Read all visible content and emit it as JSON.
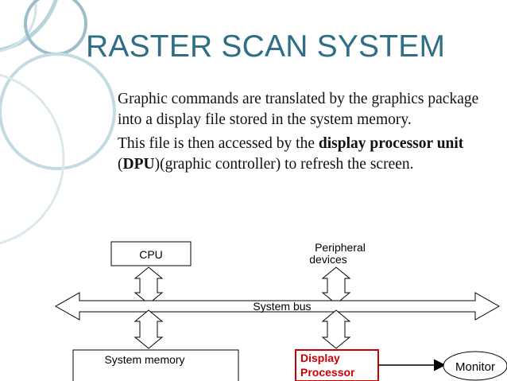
{
  "slide": {
    "title": "RASTER SCAN SYSTEM",
    "bullets": [
      {
        "pre": "Graphic commands are translated by the graphics package into a display file stored in the system memory.",
        "bold1": "",
        "mid1": "",
        "bold2": "",
        "post": ""
      },
      {
        "pre": "This file is then accessed by the ",
        "bold1": "display processor unit",
        "mid1": " (",
        "bold2": "DPU",
        "post": ")(graphic controller) to refresh the screen."
      }
    ],
    "bullet_glyph": "",
    "accent_color": "#2e6f86"
  },
  "diagram": {
    "cpu": "CPU",
    "peripheral_line1": "Peripheral",
    "peripheral_line2": "devices",
    "system_bus": "System bus",
    "system_memory": "System  memory",
    "display_line1": "Display",
    "display_line2": "Processor",
    "monitor": "Monitor",
    "highlight_color": "#cc0000"
  }
}
